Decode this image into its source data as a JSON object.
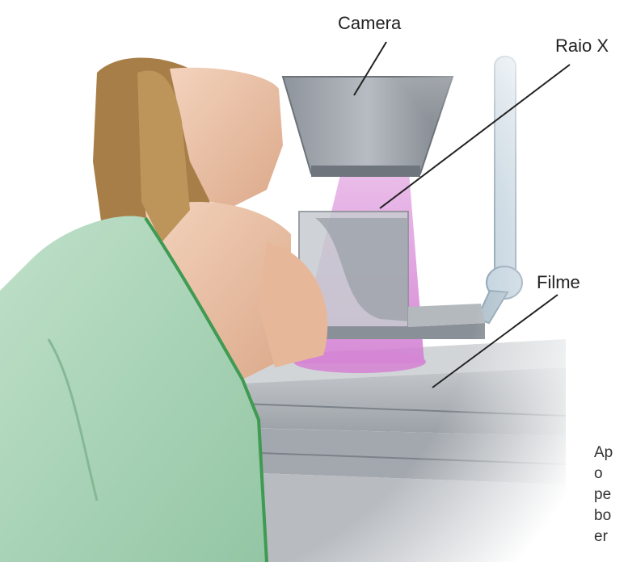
{
  "labels": {
    "camera": "Camera",
    "raio_x": "Raio X",
    "filme": "Filme"
  },
  "caption_fragment": [
    "Ap",
    "o",
    "pe",
    "bo",
    "er"
  ],
  "colors": {
    "gown": "#a9d3b8",
    "gown_trim": "#3f9a52",
    "skin": "#ecc2a6",
    "hair": "#b48a52",
    "xray_beam": "#d98ad8",
    "machine": "#9aa0a7",
    "machine_dark": "#6f757c",
    "arm": "#b9ccd9"
  }
}
